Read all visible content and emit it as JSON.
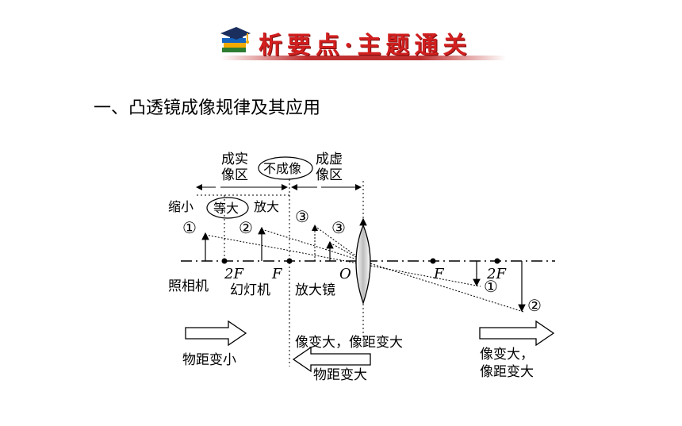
{
  "banner": {
    "title": "析要点·主题通关",
    "icon": "graduation-cap-books-icon",
    "accent": "#d21f1f"
  },
  "heading": "一、凸透镜成像规律及其应用",
  "diagram": {
    "zones": {
      "real_image_l1": "成实",
      "real_image_l2": "像区",
      "no_image": "不成像",
      "virtual_image_l1": "成虚",
      "virtual_image_l2": "像区"
    },
    "sizes": {
      "smaller": "缩小",
      "equal": "等大",
      "larger": "放大"
    },
    "markers": {
      "one": "①",
      "two": "②",
      "three": "③",
      "three_virtual": "③",
      "one_image": "①",
      "two_image": "②"
    },
    "axis": {
      "two_f_left": "2F",
      "f_left": "F",
      "center": "O",
      "f_right": "F",
      "two_f_right": "2F"
    },
    "applications": {
      "camera": "照相机",
      "projector": "幻灯机",
      "magnifier": "放大镜"
    },
    "trends": {
      "object_distance_smaller": "物距变小",
      "virtual_image_grows": "像变大，像距变大",
      "object_distance_larger": "物距变大",
      "real_image_grows_l1": "像变大，",
      "real_image_grows_l2": "像距变大"
    }
  }
}
